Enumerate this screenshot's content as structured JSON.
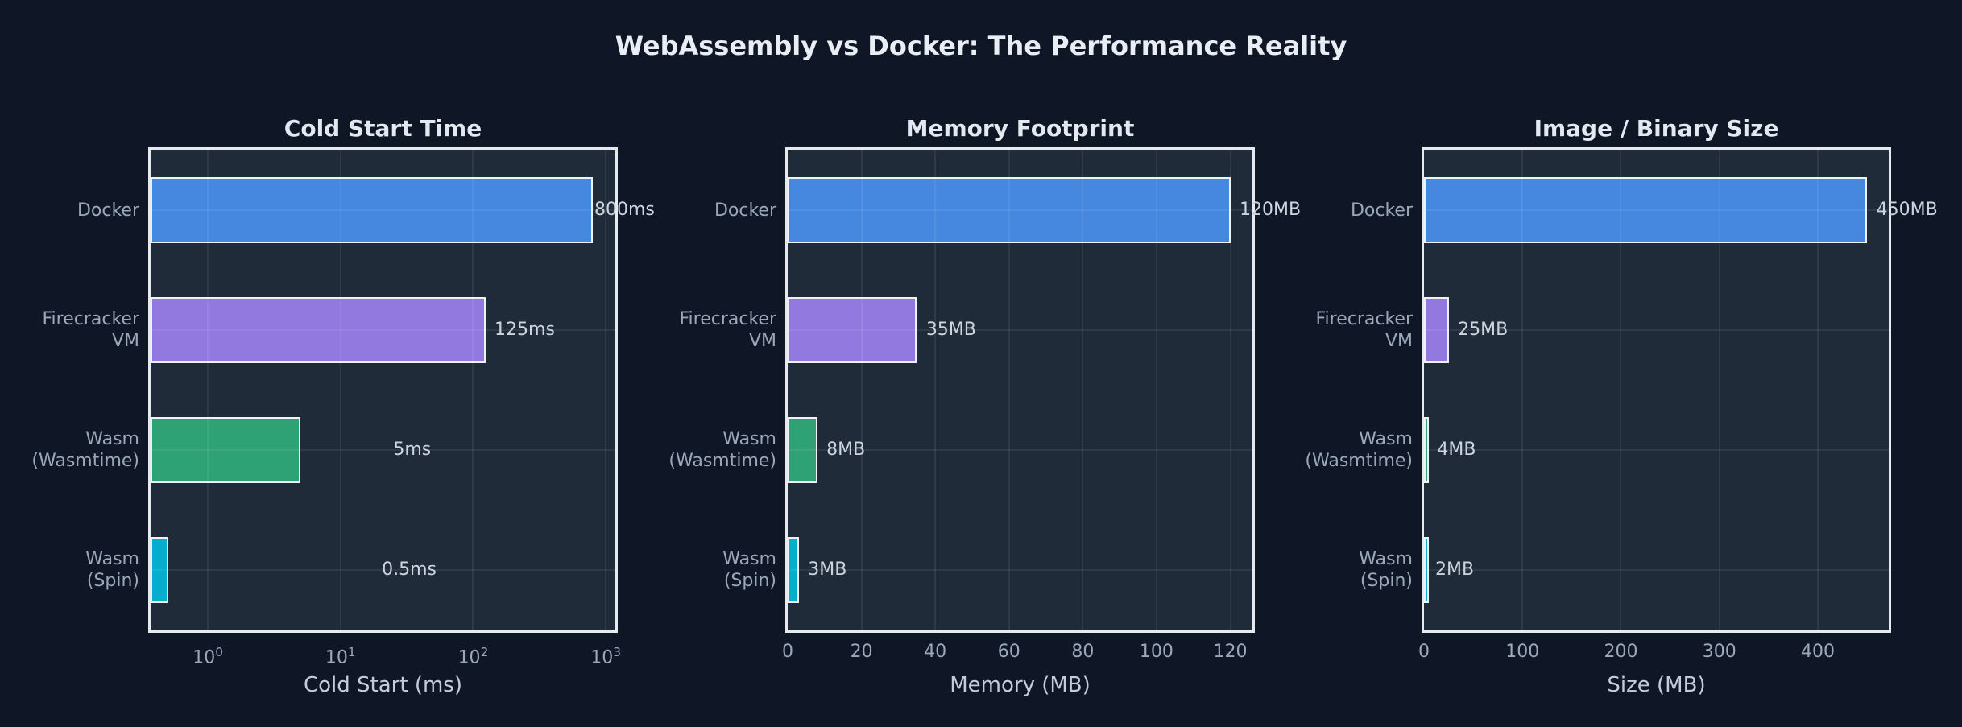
{
  "page_title": "WebAssembly vs Docker: The Performance Reality",
  "categories": [
    "Docker",
    "Firecracker VM",
    "Wasm (Wasmtime)",
    "Wasm (Spin)"
  ],
  "category_display_lines": [
    [
      "Docker"
    ],
    [
      "Firecracker",
      "VM"
    ],
    [
      "Wasm",
      "(Wasmtime)"
    ],
    [
      "Wasm",
      "(Spin)"
    ]
  ],
  "colors": {
    "background": "#0f1726",
    "axes_background": "#202b3a",
    "spine": "#e6eaef",
    "bar_edge": "#eef1f5",
    "grid": "rgba(255,255,255,0.07)",
    "title_text": "#e9eef5",
    "tick_text": "#9aa8ba",
    "axis_label_text": "#c3cdd9",
    "value_text": "#ccd4de",
    "bar_colors": [
      "#4687e0",
      "#9179e0",
      "#2fa275",
      "#05afcc"
    ]
  },
  "chart_data": [
    {
      "type": "bar",
      "orientation": "horizontal",
      "title": "Cold Start Time",
      "xlabel": "Cold Start (ms)",
      "categories": [
        "Docker",
        "Firecracker VM",
        "Wasm (Wasmtime)",
        "Wasm (Spin)"
      ],
      "values": [
        800,
        125,
        5,
        0.5
      ],
      "value_labels": [
        "800ms",
        "125ms",
        "5ms",
        "0.5ms"
      ],
      "xscale": "log",
      "xlim": [
        0.37,
        1180
      ],
      "xticks": [
        1,
        10,
        100,
        1000
      ],
      "xtick_labels": [
        "10^0",
        "10^1",
        "10^2",
        "10^3"
      ],
      "grid": true,
      "legend": false
    },
    {
      "type": "bar",
      "orientation": "horizontal",
      "title": "Memory Footprint",
      "xlabel": "Memory (MB)",
      "categories": [
        "Docker",
        "Firecracker VM",
        "Wasm (Wasmtime)",
        "Wasm (Spin)"
      ],
      "values": [
        120,
        35,
        8,
        3
      ],
      "value_labels": [
        "120MB",
        "35MB",
        "8MB",
        "3MB"
      ],
      "xscale": "linear",
      "xlim": [
        0,
        126
      ],
      "xticks": [
        0,
        20,
        40,
        60,
        80,
        100,
        120
      ],
      "xtick_labels": [
        "0",
        "20",
        "40",
        "60",
        "80",
        "100",
        "120"
      ],
      "grid": true,
      "legend": false
    },
    {
      "type": "bar",
      "orientation": "horizontal",
      "title": "Image / Binary Size",
      "xlabel": "Size (MB)",
      "categories": [
        "Docker",
        "Firecracker VM",
        "Wasm (Wasmtime)",
        "Wasm (Spin)"
      ],
      "values": [
        450,
        25,
        4,
        2
      ],
      "value_labels": [
        "450MB",
        "25MB",
        "4MB",
        "2MB"
      ],
      "xscale": "linear",
      "xlim": [
        0,
        472
      ],
      "xticks": [
        0,
        100,
        200,
        300,
        400
      ],
      "xtick_labels": [
        "0",
        "100",
        "200",
        "300",
        "400"
      ],
      "grid": true,
      "legend": false
    }
  ]
}
